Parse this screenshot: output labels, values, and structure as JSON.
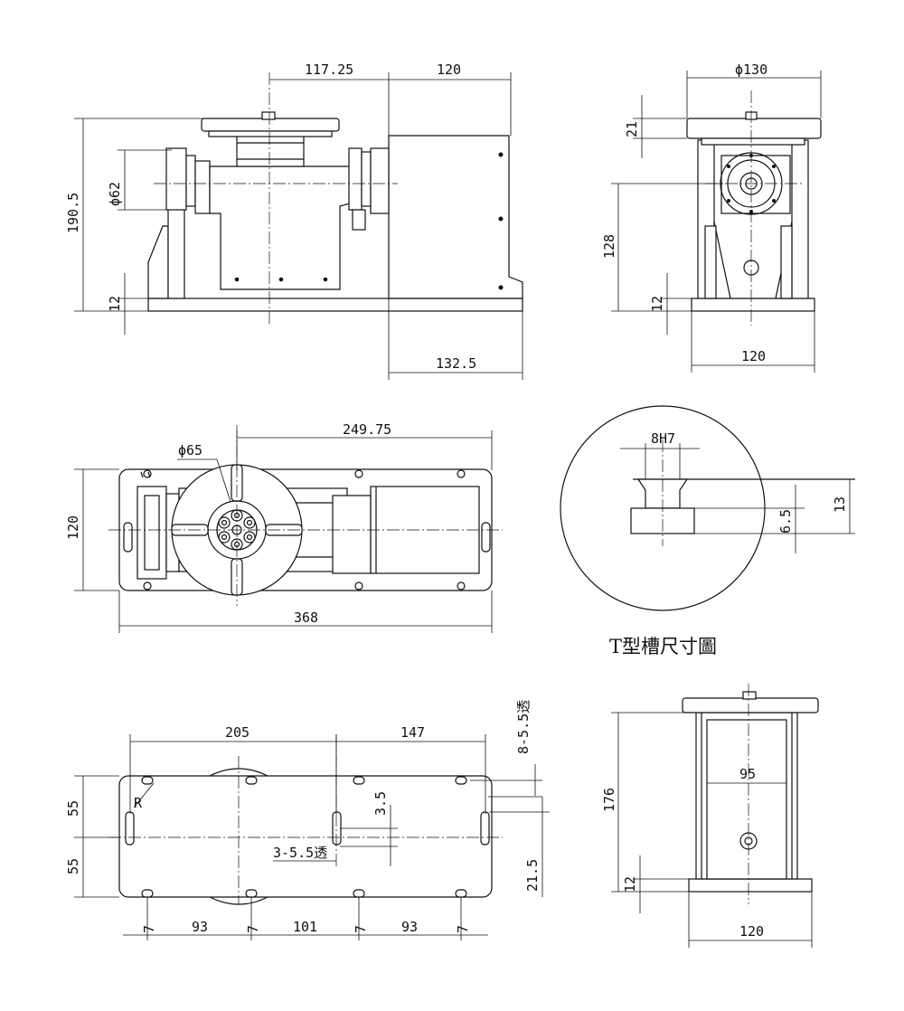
{
  "dimensions": {
    "front": {
      "top_left": "117.25",
      "top_right": "120",
      "diameter": "ϕ62",
      "height": "190.5",
      "base": "12",
      "bottom": "132.5"
    },
    "side": {
      "diameter": "ϕ130",
      "top_thickness": "21",
      "center_height": "128",
      "base": "12",
      "width": "120"
    },
    "top": {
      "length_offset": "249.75",
      "diameter": "ϕ65",
      "width": "120",
      "length": "368"
    },
    "tslot": {
      "width": "8H7",
      "depth_inner": "6.5",
      "depth_total": "13",
      "caption": "T型槽尺寸圖"
    },
    "bottom": {
      "left": "205",
      "right": "147",
      "holes_through": "8-5.5透",
      "radius": "R",
      "half_upper": "55",
      "half_lower": "55",
      "slot_offset": "3.5",
      "center_holes": "3-5.5透",
      "edge_offset": "21.5",
      "pitch_1": "93",
      "pitch_2": "101",
      "pitch_3": "93",
      "hole_7": "7"
    },
    "end": {
      "height": "176",
      "inner_width": "95",
      "base": "12",
      "width": "120"
    }
  }
}
